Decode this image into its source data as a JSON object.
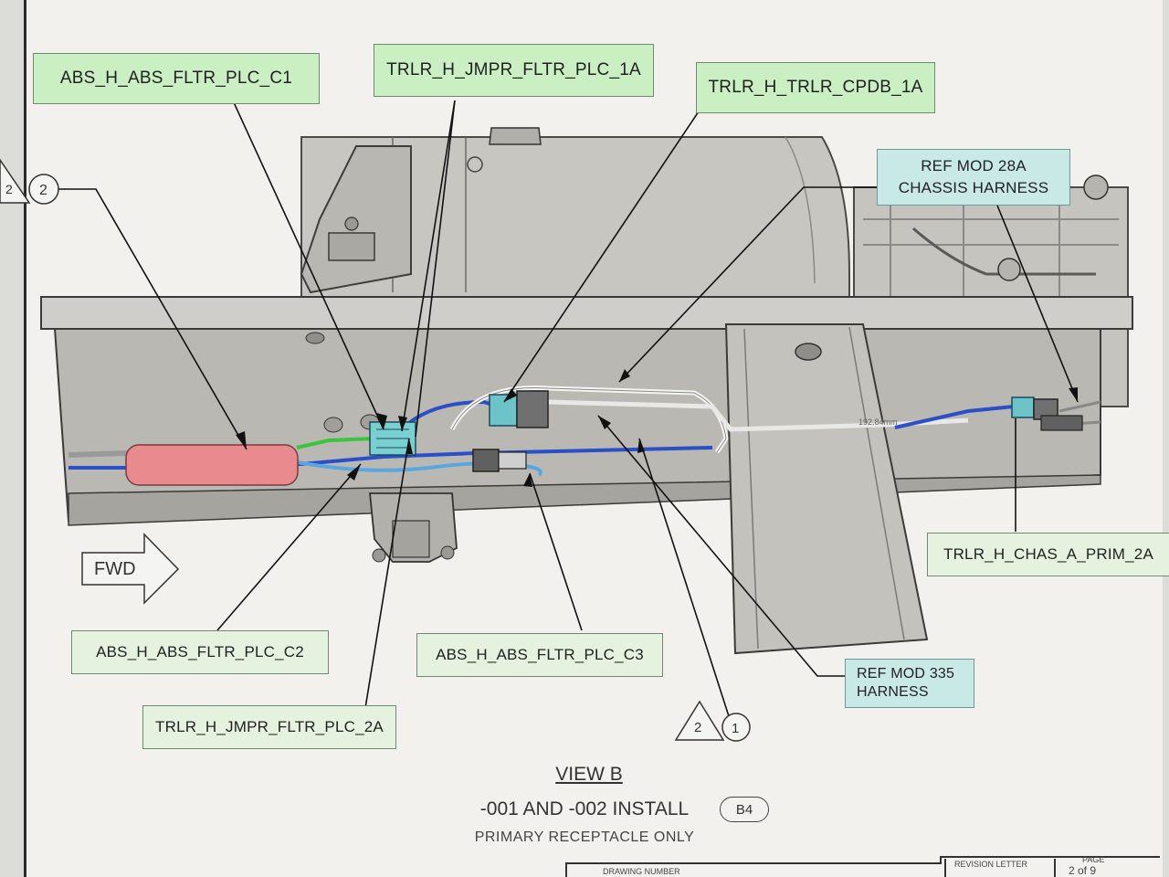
{
  "labels": {
    "abs_c1": "ABS_H_ABS_FLTR_PLC_C1",
    "jmpr_1a": "TRLR_H_JMPR_FLTR_PLC_1A",
    "cpdb_1a": "TRLR_H_TRLR_CPDB_1A",
    "ref_28a": "REF MOD 28A\nCHASSIS HARNESS",
    "chas_prim_2a": "TRLR_H_CHAS_A_PRIM_2A",
    "abs_c2": "ABS_H_ABS_FLTR_PLC_C2",
    "abs_c3": "ABS_H_ABS_FLTR_PLC_C3",
    "ref_335": "REF MOD 335\nHARNESS",
    "jmpr_2a": "TRLR_H_JMPR_FLTR_PLC_2A"
  },
  "fwd": "FWD",
  "markers": {
    "circle_left": "2",
    "triangle_left": "2",
    "triangle_bottom": "2",
    "circle_bottom": "1"
  },
  "dimension": "192.84mm",
  "view": {
    "title": "VIEW B",
    "install": "-001 AND -002 INSTALL",
    "badge": "B4",
    "note": "PRIMARY RECEPTACLE ONLY"
  },
  "title_block": {
    "drawing_number": "DRAWING NUMBER",
    "revision_letter": "REVISION LETTER",
    "page": "PAGE",
    "page_value": "2 of 9"
  }
}
